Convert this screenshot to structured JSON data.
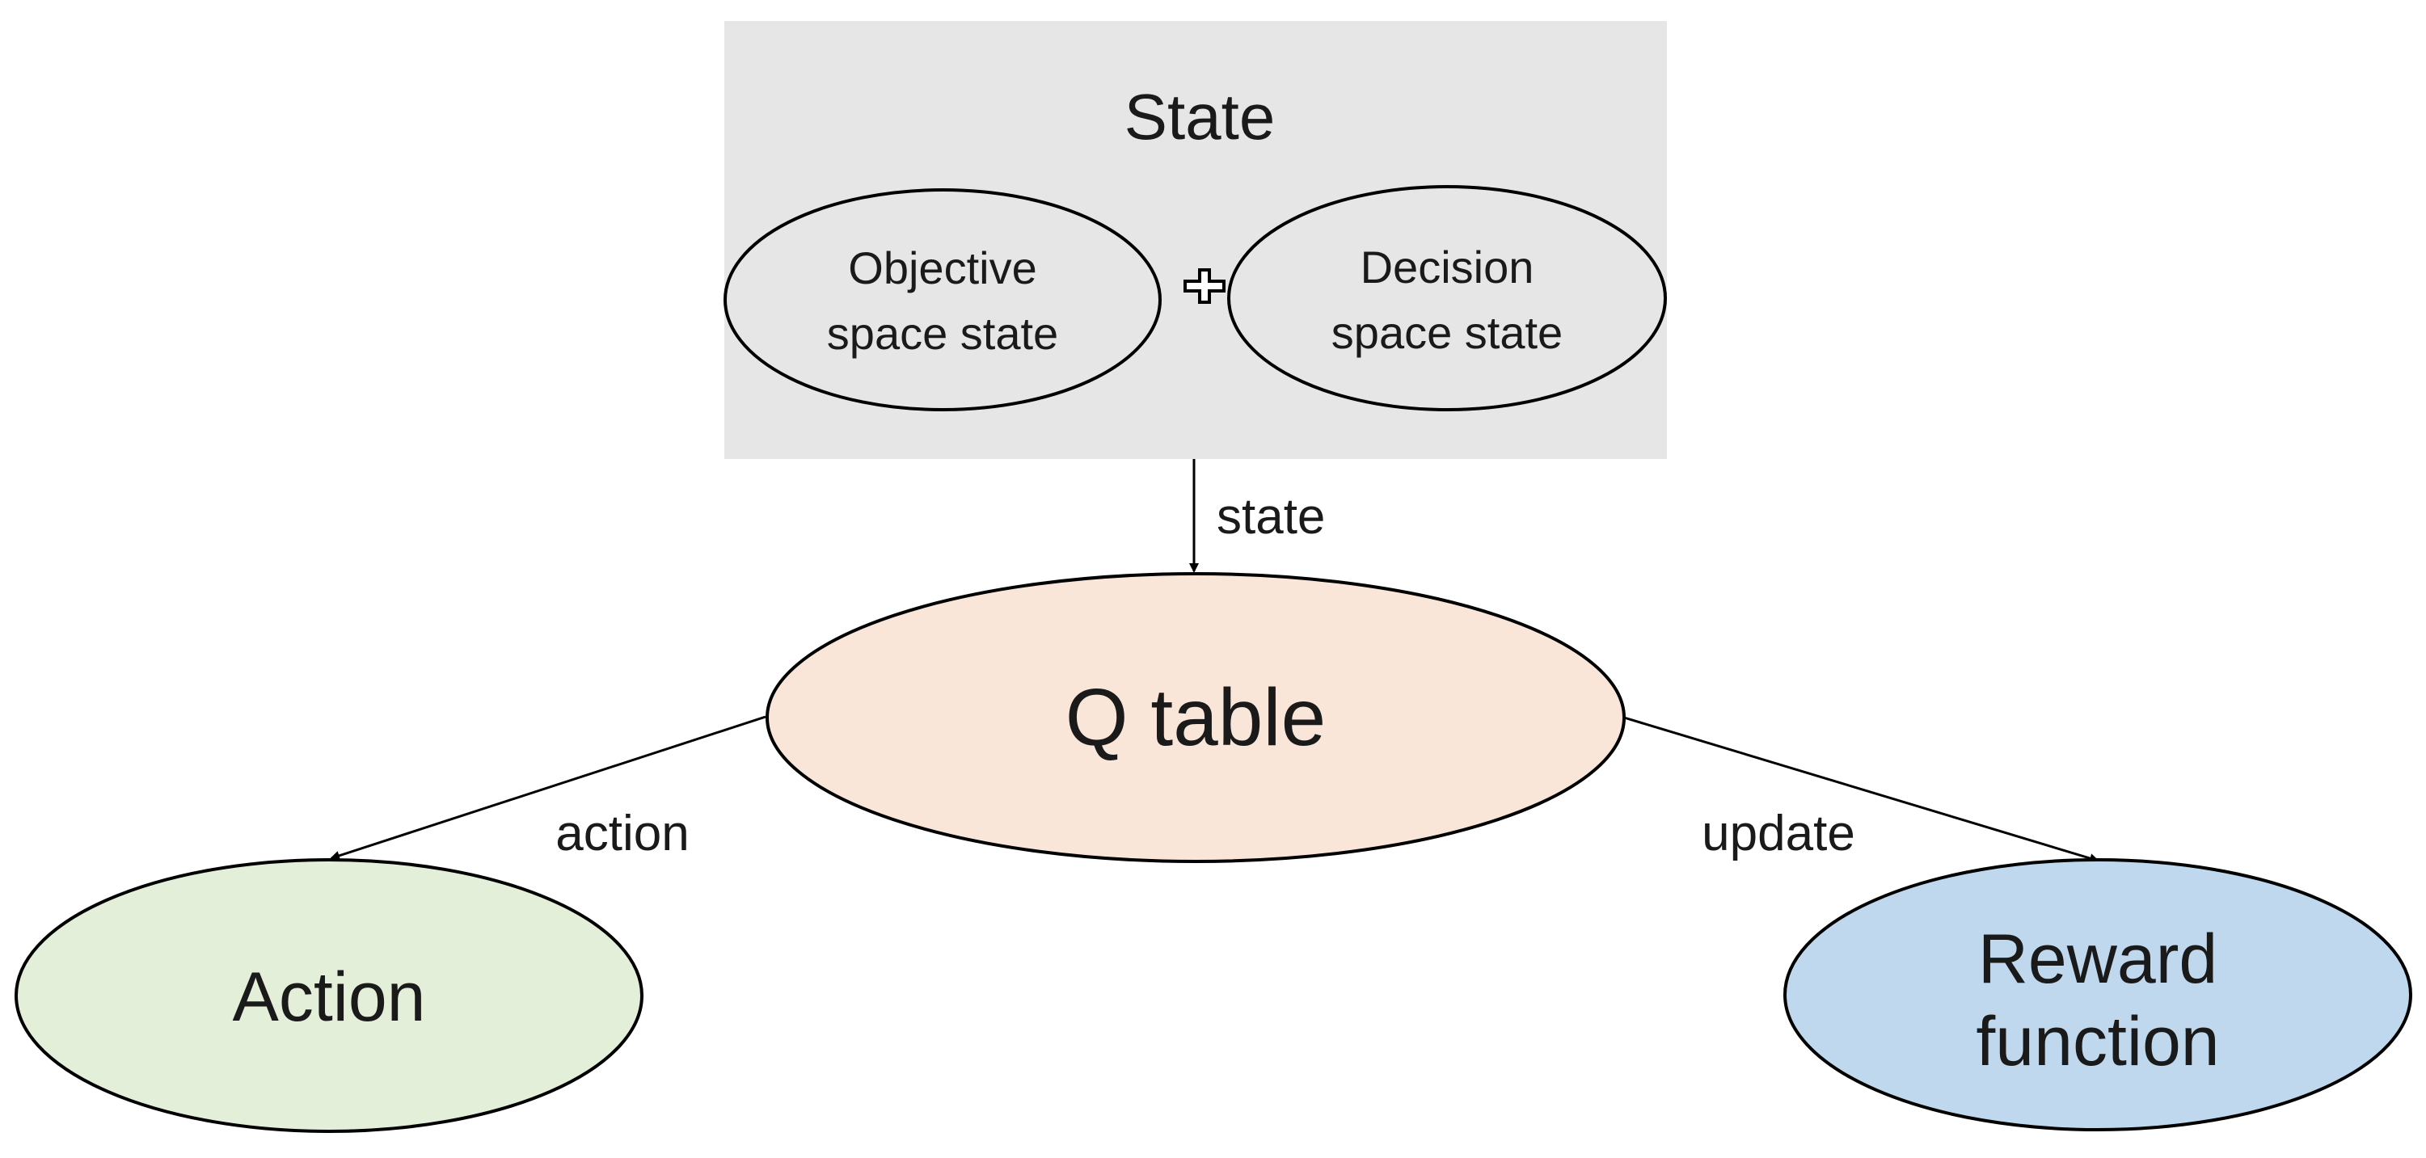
{
  "state_box": {
    "title": "State",
    "objective_line1": "Objective",
    "objective_line2": "space state",
    "decision_line1": "Decision",
    "decision_line2": "space state",
    "plus_symbol": "+"
  },
  "edges": {
    "state_label": "state",
    "action_label": "action",
    "update_label": "update"
  },
  "nodes": {
    "q_table": "Q table",
    "action": "Action",
    "reward_line1": "Reward",
    "reward_line2": "function"
  },
  "colors": {
    "state_box_fill": "#e6e6e6",
    "q_table_fill": "#fae6d9",
    "action_fill": "#e3efd9",
    "reward_fill": "#bfd8ee",
    "inner_ellipse_fill": "#e6e6e6",
    "stroke": "#000000"
  }
}
